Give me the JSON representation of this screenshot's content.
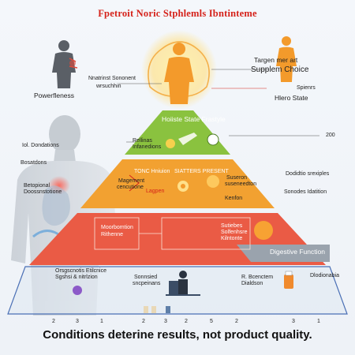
{
  "title": "Fpetroit Noric Stphlemls Ibntinteme",
  "top_left_caption": "Powerfleness",
  "top_center_caption_line1": "Nnatrinst Sononent",
  "top_center_caption_line2": "wrsuchhin",
  "top_right_caption_line1": "Targen  mer art",
  "top_right_caption_line2": "Supplem  Choice",
  "top_right_caption_line3": "Spienrs",
  "top_right_state": "Hlero State",
  "tier1": {
    "heading": "Hoiiste State Frastyle",
    "sub1": "Rellinas",
    "sub2": "Infanedions",
    "right_value": "200"
  },
  "tier2": {
    "heading": "TONC Hniuion",
    "heading_right": "SIATTERS PRESENT",
    "sub1": "Magement",
    "sub2": "cencutione",
    "sub3": "Lagpen",
    "right1": "Suseron",
    "right2": "suseneedton",
    "right3": "Kenfon",
    "far_right1": "Dodidtio srexiples",
    "far_right2": "Sonodes Idatition"
  },
  "tier3": {
    "box1_line1": "Moorbomtion",
    "box1_line2": "Rithenne",
    "box2_line1": "Sutiebes",
    "box2_line2": "Solfenhsre",
    "box2_line3": "Kilntonte",
    "band_label": "Digestive Function"
  },
  "base": {
    "left1": "Orsgscnotis Etilcnice",
    "left2": "Sgshsi & nitrlzion",
    "center_label1": "Sonnsied",
    "center_label2": "sncpeinans",
    "right_label1": "R. Bcenctem",
    "right_label2": "Dialdson",
    "far_right": "Dlodionabia"
  },
  "left_labels": {
    "l1": "Iol. Dondations",
    "l2": "Bosatdons",
    "l3": "Betopional",
    "l4": "Doossnstotione"
  },
  "base_ticks": [
    "2",
    "3",
    "1",
    "2",
    "3",
    "2",
    "5",
    "2",
    "3",
    "1"
  ],
  "footer": "Conditions deterine results, not product quality.",
  "colors": {
    "tier1": "#8ac23f",
    "tier2": "#f2a131",
    "tier3": "#ea5b45",
    "title": "#d5221a",
    "base_outline": "#4a6fb5"
  }
}
